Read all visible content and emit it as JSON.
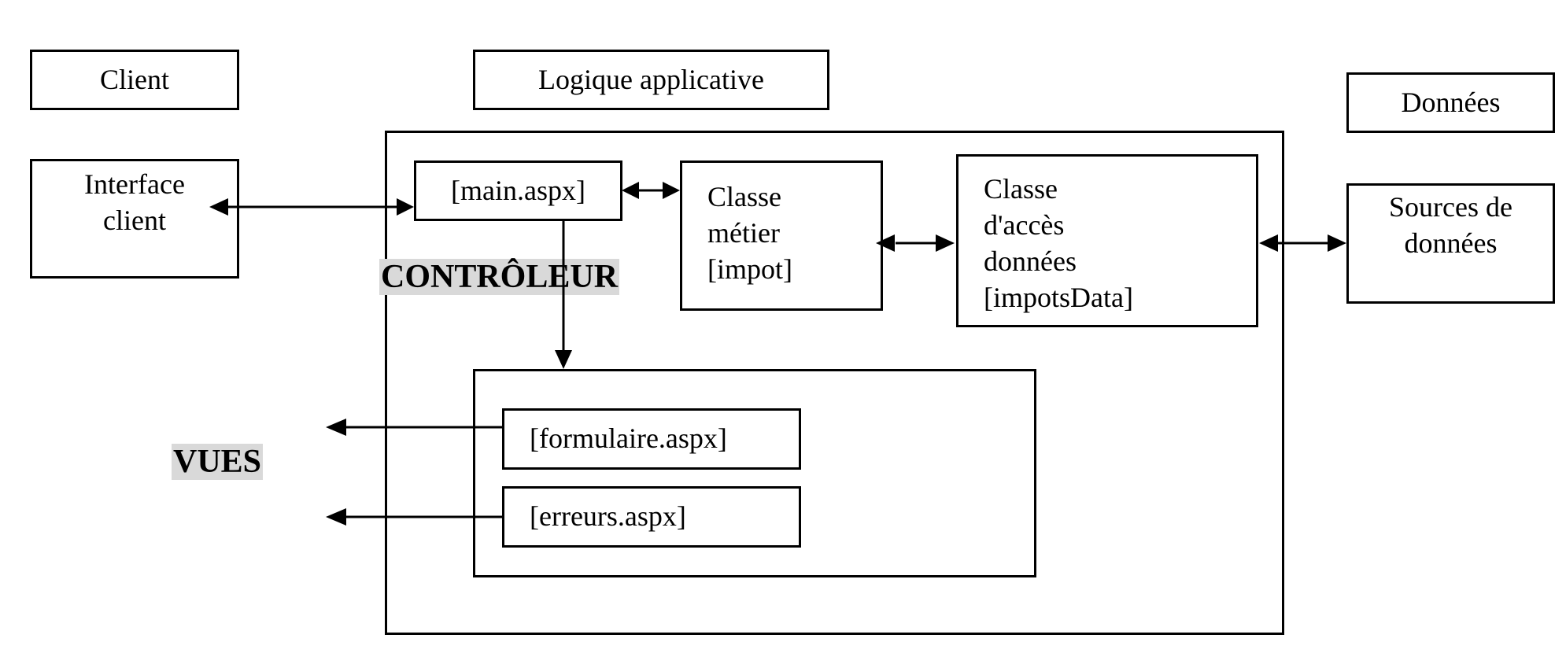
{
  "headers": {
    "client": "Client",
    "logic": "Logique applicative",
    "data": "Données"
  },
  "client_interface": {
    "line1": "Interface",
    "line2": "client"
  },
  "controller": {
    "file": "[main.aspx]",
    "label": "CONTRÔLEUR"
  },
  "business_class": {
    "line1": "Classe",
    "line2": "métier",
    "line3": "[impot]"
  },
  "data_access_class": {
    "line1": "Classe",
    "line2": "d'accès",
    "line3": "données",
    "line4": "[impotsData]"
  },
  "data_sources": {
    "line1": "Sources de",
    "line2": "données"
  },
  "views": {
    "label": "VUES",
    "form": "[formulaire.aspx]",
    "errors": "[erreurs.aspx]"
  }
}
